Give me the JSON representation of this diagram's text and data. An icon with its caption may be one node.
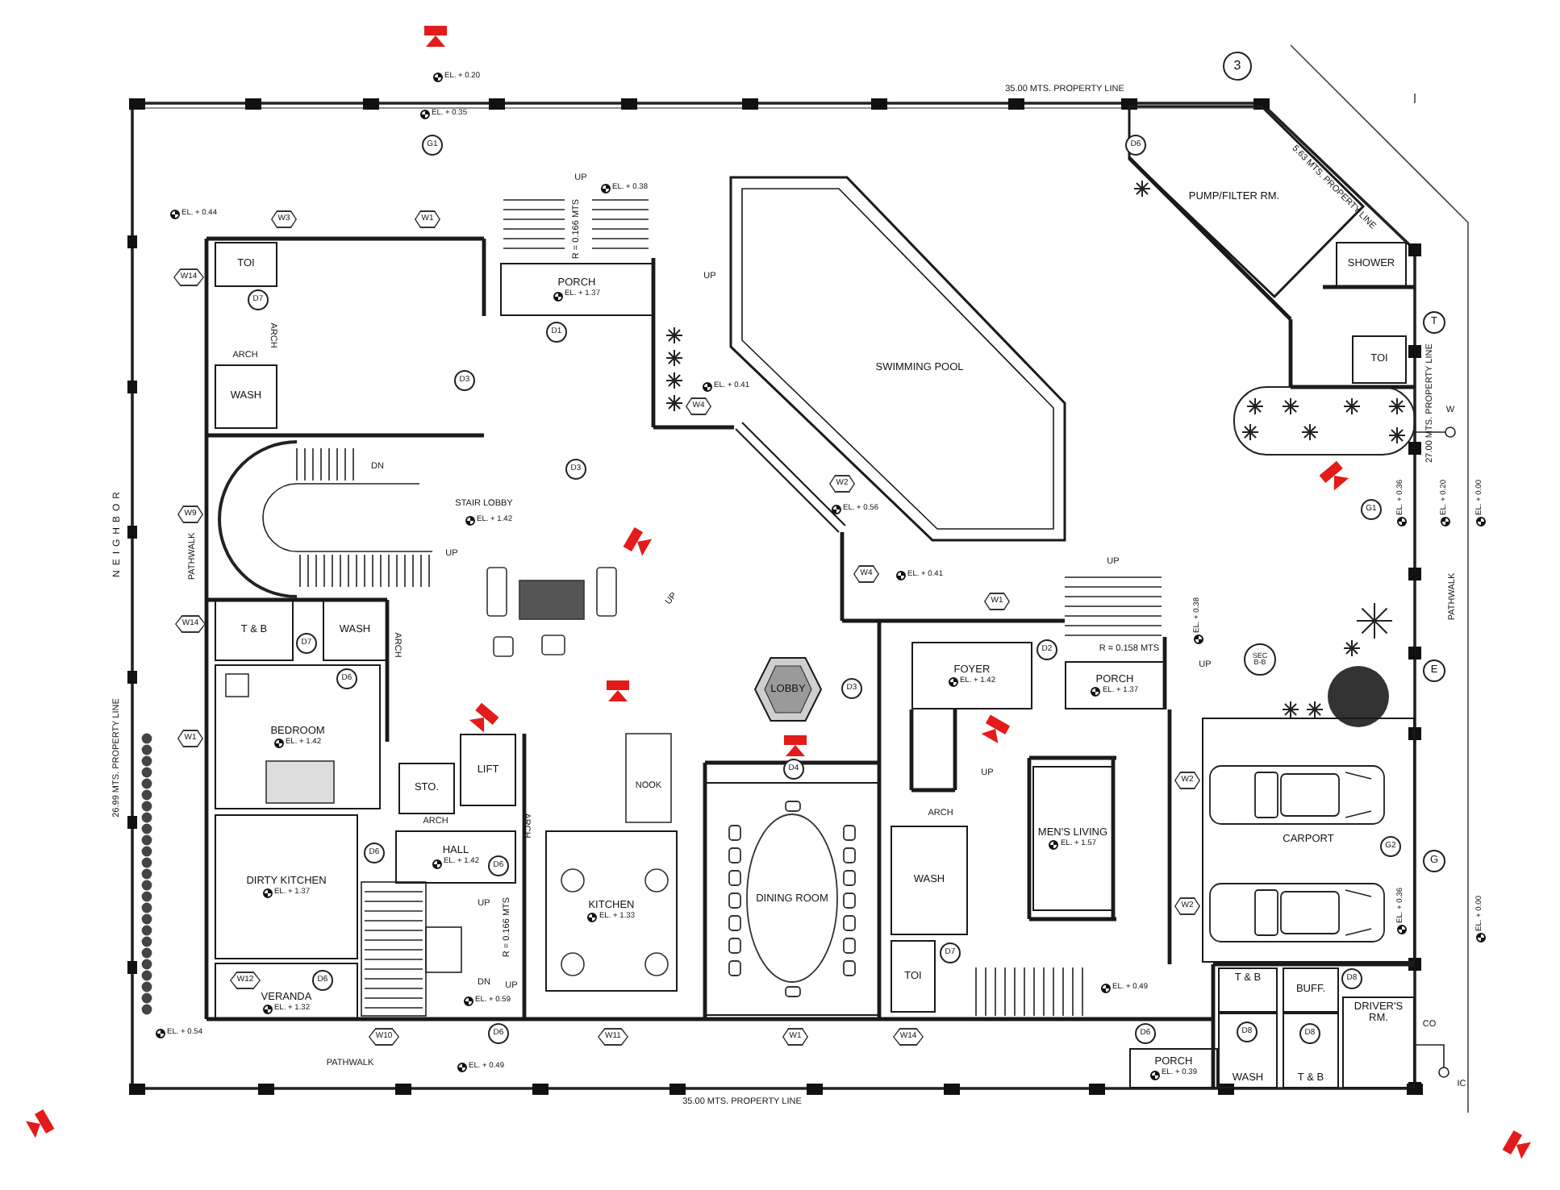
{
  "diagram": {
    "nodes": [
      {
        "text": [
          "TOI"
        ]
      },
      {
        "text": [
          "WASH"
        ]
      },
      {
        "text": [
          "PORCH",
          "EL. + 1.37"
        ]
      },
      {
        "text": [
          "SWIMMING POOL"
        ]
      },
      {
        "text": [
          "PUMP/FILTER RM."
        ]
      },
      {
        "text": [
          "SHOWER"
        ]
      },
      {
        "text": [
          "TOI"
        ]
      },
      {
        "text": [
          "T & B"
        ]
      },
      {
        "text": [
          "WASH"
        ]
      },
      {
        "text": [
          "BEDROOM",
          "EL. + 1.42"
        ]
      },
      {
        "text": [
          "STO."
        ]
      },
      {
        "text": [
          "LIFT"
        ]
      },
      {
        "text": [
          "DIRTY KITCHEN",
          "EL. + 1.37"
        ]
      },
      {
        "text": [
          "VERANDA",
          "EL. + 1.32"
        ]
      },
      {
        "text": [
          "HALL",
          "EL. + 1.42"
        ]
      },
      {
        "text": [
          "LOBBY"
        ]
      },
      {
        "text": [
          "KITCHEN",
          "EL. + 1.33"
        ]
      },
      {
        "text": [
          "DINING ROOM"
        ]
      },
      {
        "text": [
          "FOYER",
          "EL. + 1.42"
        ]
      },
      {
        "text": [
          "PORCH",
          "EL. + 1.37"
        ]
      },
      {
        "text": [
          "WASH"
        ]
      },
      {
        "text": [
          "TOI"
        ]
      },
      {
        "text": [
          "MEN'S LIVING",
          "EL. + 1.57"
        ]
      },
      {
        "text": [
          "CARPORT"
        ]
      },
      {
        "text": [
          "T & B"
        ]
      },
      {
        "text": [
          "BUFF."
        ]
      },
      {
        "text": [
          "DRIVER'S RM."
        ]
      },
      {
        "text": [
          "WASH"
        ]
      },
      {
        "text": [
          "T & B"
        ]
      },
      {
        "text": [
          "PORCH",
          "EL. + 0.39"
        ]
      }
    ],
    "labels": [
      "35.00 MTS. PROPERTY LINE",
      "3",
      "EL. + 0.20",
      "EL. + 0.35",
      "G1",
      "D6",
      "UP",
      "EL. + 0.38",
      "5.63 MTS. PROPERTY LINE",
      "EL. + 0.44",
      "W3",
      "W1",
      "R = 0.166 MTS",
      "W14",
      "UP",
      "D7",
      "T",
      "D1",
      "ARCH",
      "ARCH",
      "D3",
      "EL. + 0.41",
      "W4",
      "27.00 MTS. PROPERTY LINE",
      "W",
      "EL. + 0.56",
      "W2",
      "DN",
      "D3",
      "EL. + 0.36",
      "EL. + 0.20",
      "EL. + 0.00",
      "STAIR LOBBY",
      "EL. + 1.42",
      "G1",
      "W9",
      "NEIGHBOR",
      "PATHWALK",
      "UP",
      "UP",
      "W4",
      "EL. + 0.41",
      "UP",
      "W1",
      "EL. + 0.38",
      "PATHWALK",
      "W14",
      "D7",
      "ARCH",
      "D2",
      "R = 0.158 MTS",
      "UP",
      "SEC B-B",
      "E",
      "D6",
      "D3",
      "26.99 MTS. PROPERTY LINE",
      "W1",
      "UP",
      "D4",
      "W2",
      "NOOK",
      "ARCH",
      "ARCH",
      "ARCH",
      "G2",
      "D6",
      "D6",
      "G",
      "UP",
      "W2",
      "R = 0.166 MTS",
      "EL. + 0.36",
      "EL. + 0.00",
      "D7",
      "W12",
      "D6",
      "DN",
      "UP",
      "EL. + 0.49",
      "D8",
      "EL. + 0.59",
      "EL. + 0.54",
      "W10",
      "D6",
      "W11",
      "W1",
      "W14",
      "D6",
      "D8",
      "D8",
      "CO",
      "PATHWALK",
      "EL. + 0.49",
      "IC",
      "35.00 MTS. PROPERTY LINE"
    ]
  }
}
